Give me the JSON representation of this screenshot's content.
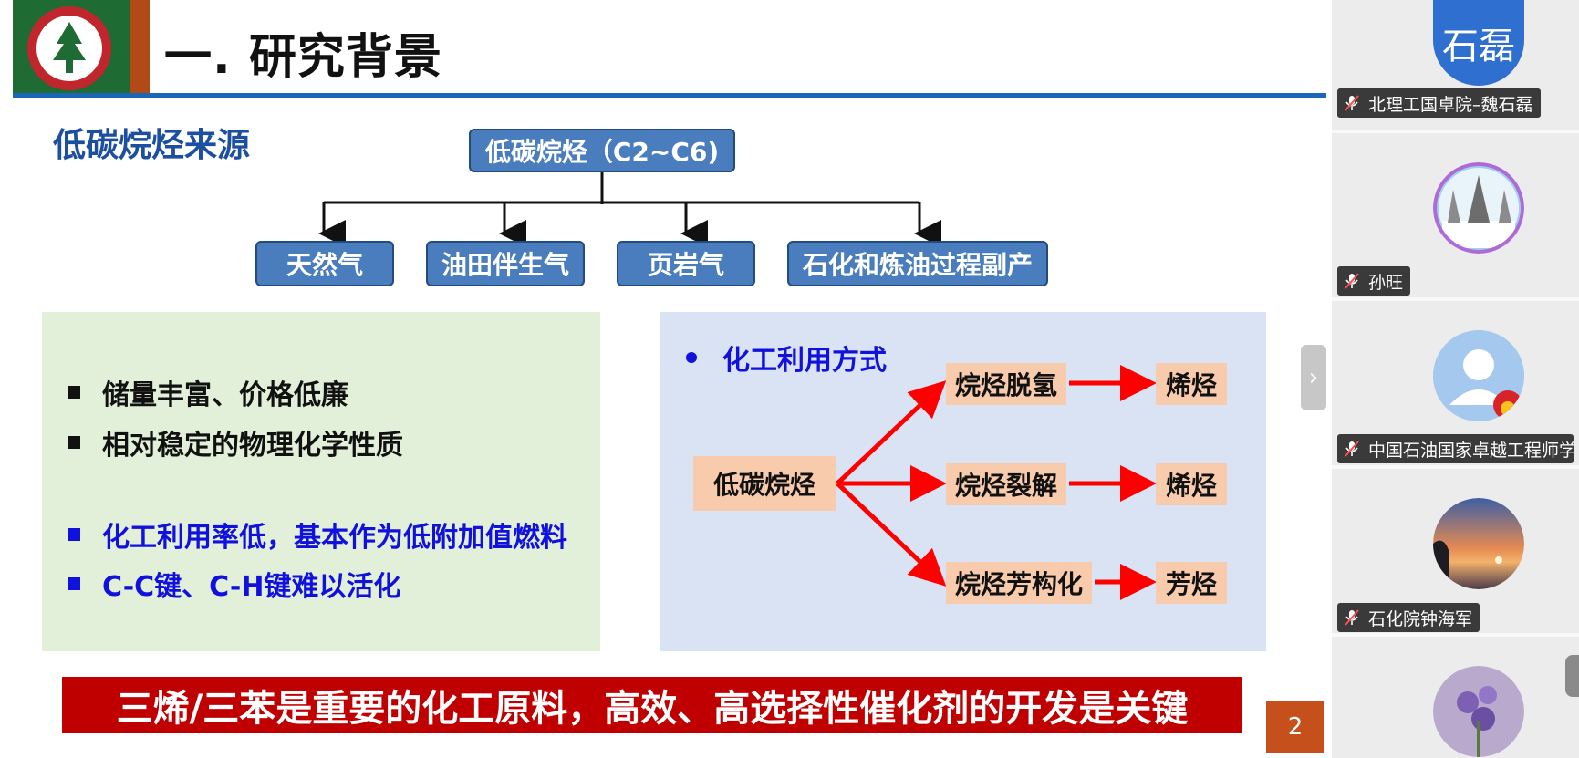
{
  "slide": {
    "title": "一. 研究背景",
    "source_heading": "低碳烷烃来源",
    "tree": {
      "root": "低碳烷烃（C2~C6)",
      "sources": [
        "天然气",
        "油田伴生气",
        "页岩气",
        "石化和炼油过程副产"
      ]
    },
    "left_bullets": {
      "black": [
        "储量丰富、价格低廉",
        "相对稳定的物理化学性质"
      ],
      "blue": [
        "化工利用率低，基本作为低附加值燃料",
        "C-C键、C-H键难以活化"
      ]
    },
    "methods": {
      "heading": "化工利用方式",
      "source": "低碳烷烃",
      "processes": [
        "烷烃脱氢",
        "烷烃裂解",
        "烷烃芳构化"
      ],
      "products": [
        "烯烃",
        "烯烃",
        "芳烃"
      ]
    },
    "conclusion": "三烯/三苯是重要的化工原料，高效、高选择性催化剂的开发是关键",
    "page_number": "2"
  },
  "controls": {
    "collapse_icon": "chevron-right-icon",
    "collapse_glyph": "›"
  },
  "participants": [
    {
      "name": "北理工国卓院–魏石磊",
      "avatar_text": "石磊",
      "muted": true
    },
    {
      "name": "孙旺",
      "muted": true
    },
    {
      "name": "中国石油国家卓越工程师学",
      "muted": true
    },
    {
      "name": "石化院钟海军",
      "muted": true
    },
    {
      "name": "",
      "muted": false
    }
  ],
  "colors": {
    "title_rule": "#1a66b8",
    "box_blue": "#4a7dbe",
    "heading_blue": "#1c4fa0",
    "bullet_blue": "#1111dd",
    "left_panel": "#e2f0d9",
    "right_panel": "#dae3f3",
    "peach": "#f8cbad",
    "arrow_red": "#ff0000",
    "conclusion_red": "#c00000",
    "page_num_bg": "#c5501b",
    "avatar_blue": "#2f6fd0"
  }
}
